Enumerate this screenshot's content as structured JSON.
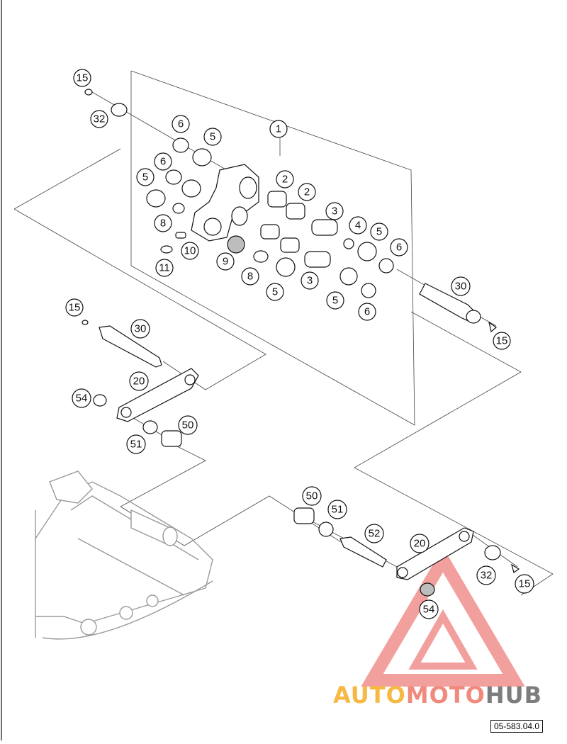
{
  "diagram": {
    "reference_code": "05-583.04.0",
    "watermark": {
      "part1": "AUTO",
      "part2": "MOTO",
      "part3": "HUB",
      "colors": {
        "auto": "#f7b944",
        "moto": "#f08a7c",
        "hub": "#7d7d7d",
        "triangle": "#e9534f"
      }
    },
    "callouts": [
      "15",
      "32",
      "6",
      "5",
      "6",
      "5",
      "1",
      "2",
      "2",
      "8",
      "10",
      "11",
      "3",
      "4",
      "5",
      "6",
      "9",
      "8",
      "5",
      "3",
      "5",
      "6",
      "30",
      "15",
      "15",
      "30",
      "20",
      "54",
      "50",
      "51",
      "50",
      "51",
      "52",
      "20",
      "32",
      "15",
      "54"
    ]
  }
}
